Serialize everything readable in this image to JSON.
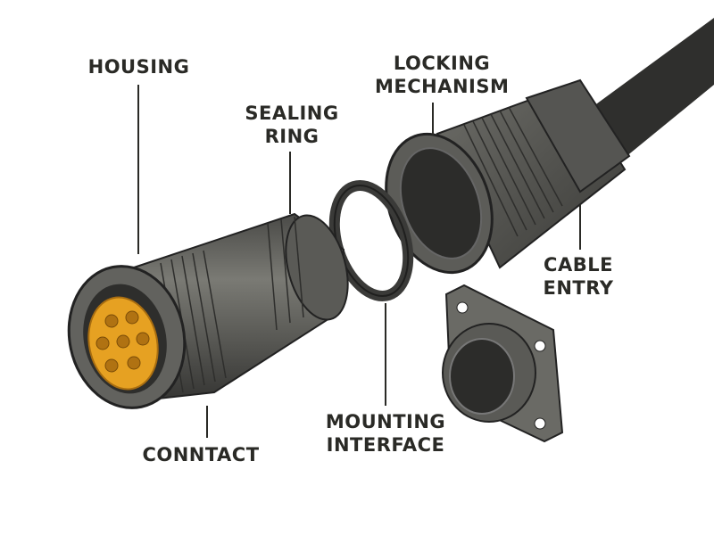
{
  "labels": {
    "housing": "HOUSING",
    "sealing_ring": [
      "SEALING",
      "RING"
    ],
    "locking_mechanism": [
      "LOCKING",
      "MECHANISM"
    ],
    "cable_entry": [
      "CABLE",
      "ENTRY"
    ],
    "mounting_interface": [
      "MOUNTING",
      "INTERFACE"
    ],
    "contact": "CONNTACT"
  },
  "colors": {
    "metal_dark": "#3f3f3c",
    "metal_mid": "#5e5e5a",
    "metal_light": "#85857f",
    "insert_orange": "#e6a122",
    "cable": "#2f2f2d",
    "text": "#2a2a26"
  }
}
